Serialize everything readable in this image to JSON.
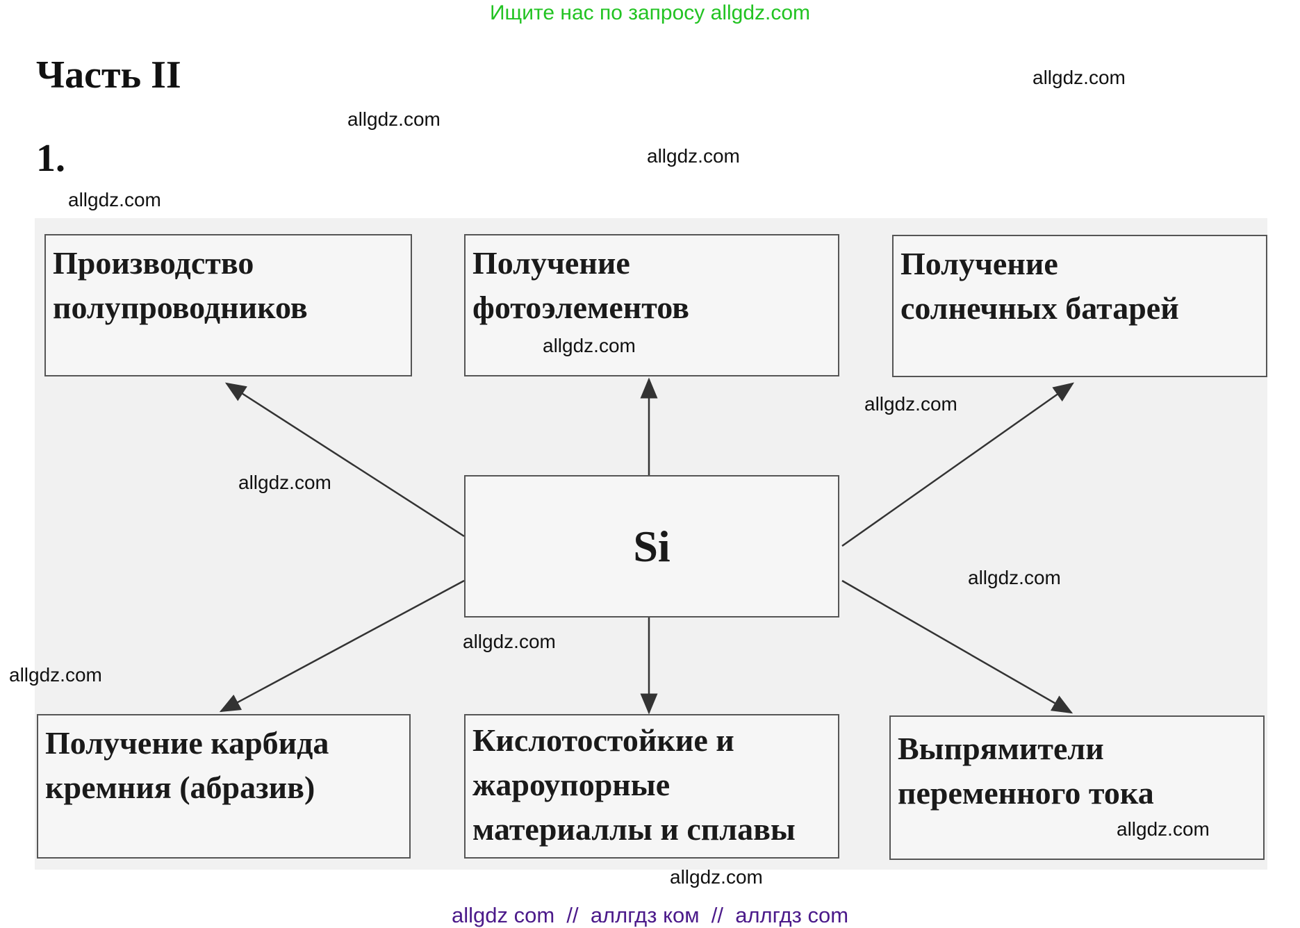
{
  "banner": "Ищите нас по запросу allgdz.com",
  "heading": "Часть II",
  "task_number": "1.",
  "diagram": {
    "center": "Si",
    "boxes": [
      {
        "line1": "Производство",
        "line2": "полупроводников"
      },
      {
        "line1": "Получение",
        "line2": "фотоэлементов"
      },
      {
        "line1": "Получение",
        "line2": "солнечных батарей"
      },
      {
        "line1": "Получение карбида",
        "line2": "кремния (абразив)"
      },
      {
        "line1": "Кислотостойкие и",
        "line2": "жароупорные",
        "line3": "материаллы и сплавы"
      },
      {
        "line1": "Выпрямители",
        "line2": "переменного тока"
      }
    ]
  },
  "watermark": "allgdz.com",
  "footer": "allgdz com  //  аллгдз ком  //  аллгдз com"
}
